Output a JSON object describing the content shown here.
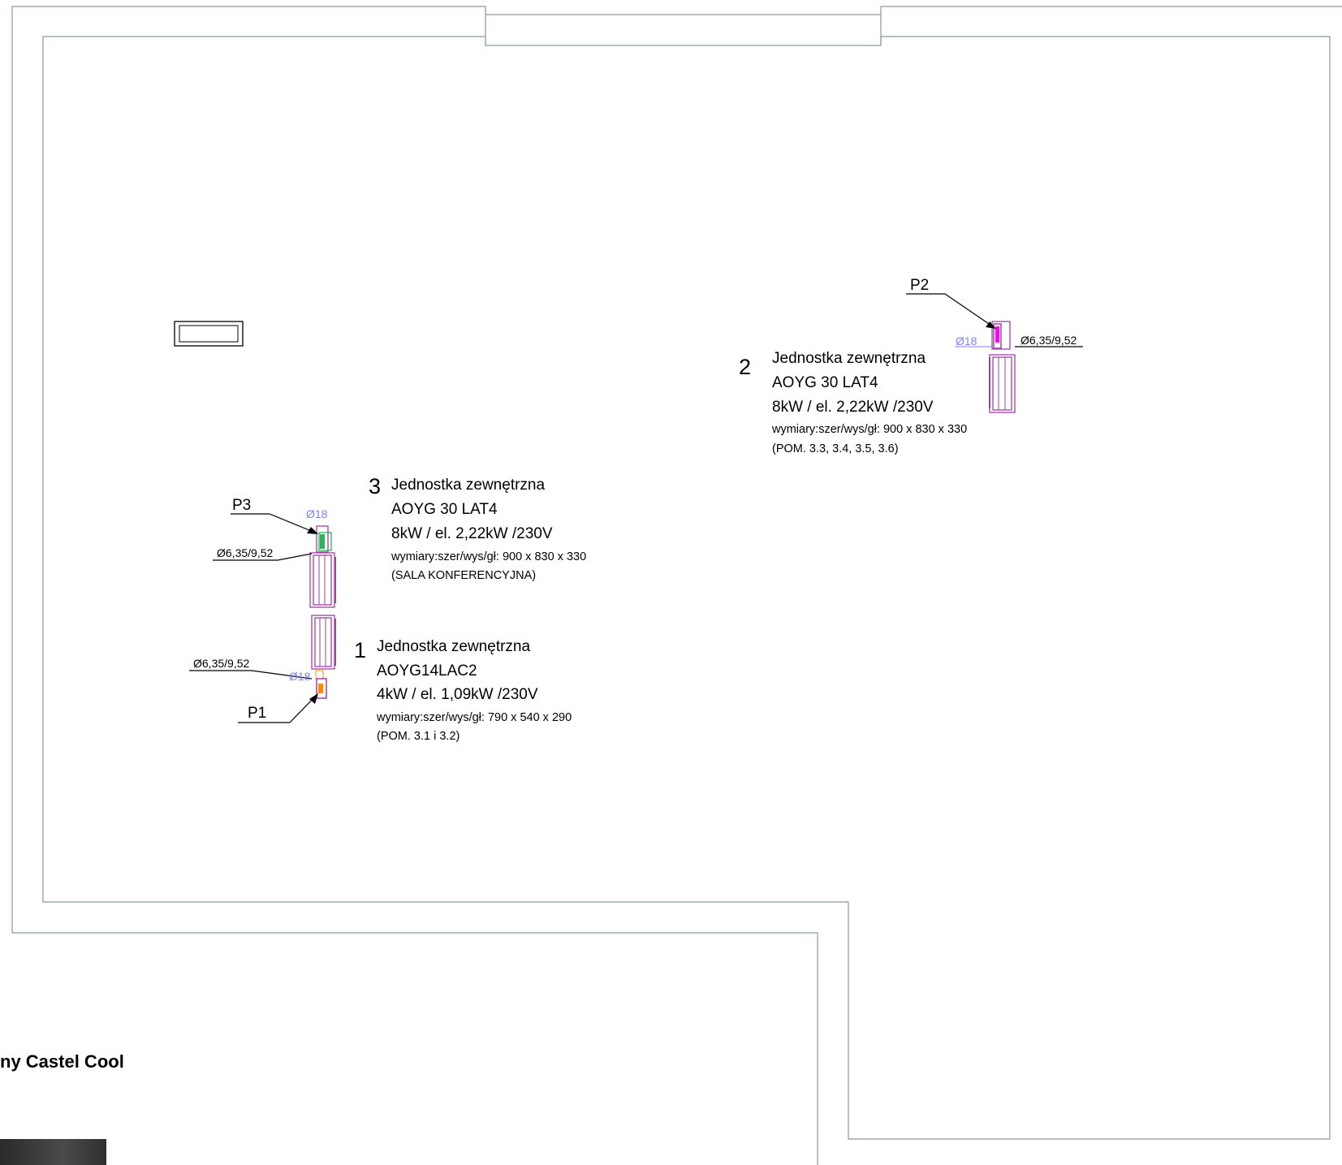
{
  "units": [
    {
      "number": "3",
      "title": "Jednostka zewnętrzna",
      "model": "AOYG 30 LAT4",
      "power": "8kW / el. 2,22kW /230V",
      "dimensions": "wymiary:szer/wys/gł: 900 x 830 x 330",
      "rooms": "(SALA KONFERENCYJNA)",
      "pipe_label": "P3",
      "pipe_size": "Ø6,35/9,52",
      "drain": "Ø18"
    },
    {
      "number": "1",
      "title": "Jednostka zewnętrzna",
      "model": "AOYG14LAC2",
      "power": "4kW / el. 1,09kW /230V",
      "dimensions": "wymiary:szer/wys/gł: 790 x 540 x 290",
      "rooms": "(POM. 3.1 i 3.2)",
      "pipe_label": "P1",
      "pipe_size": "Ø6,35/9,52",
      "drain": "Ø18"
    },
    {
      "number": "2",
      "title": "Jednostka zewnętrzna",
      "model": "AOYG 30 LAT4",
      "power": "8kW / el. 2,22kW /230V",
      "dimensions": "wymiary:szer/wys/gł: 900 x 830 x 330",
      "rooms": "(POM. 3.3, 3.4, 3.5, 3.6)",
      "pipe_label": "P2",
      "pipe_size": "Ø6,35/9,52",
      "drain": "Ø18"
    }
  ],
  "footer": {
    "company": "ny Castel Cool"
  },
  "colors": {
    "wall": "#8a9a9a",
    "unit": "#a040a0",
    "drain_label": "#8080ff",
    "unit3_connector": "#30b060",
    "unit1_connector": "#ff8c00",
    "unit2_connector": "#ff00ff"
  }
}
